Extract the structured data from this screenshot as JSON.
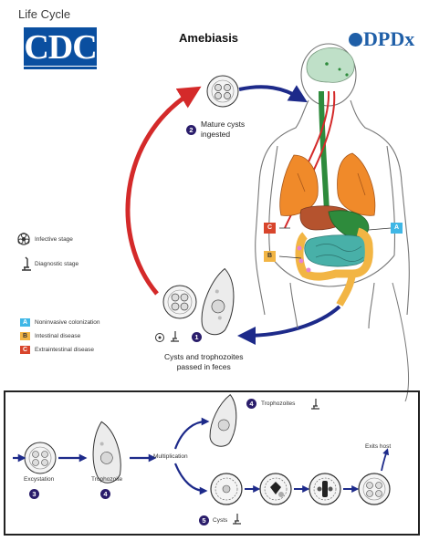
{
  "header": {
    "life_cycle": "Life Cycle",
    "cdc_logo": "CDC",
    "title": "Amebiasis",
    "dpdx": "DPDx"
  },
  "legend": {
    "infective": "Infective stage",
    "diagnostic": "Diagnostic stage"
  },
  "key": [
    {
      "letter": "A",
      "label": "Noninvasive colonization",
      "color": "#3fb7e6"
    },
    {
      "letter": "B",
      "label": "Intestinal disease",
      "color": "#f2b544"
    },
    {
      "letter": "C",
      "label": "Extraintestinal disease",
      "color": "#d8452c"
    }
  ],
  "steps": {
    "s1_num": "1",
    "s1_text_line1": "Cysts and trophozoites",
    "s1_text_line2": "passed in feces",
    "s2_num": "2",
    "s2_text_line1": "Mature cysts",
    "s2_text_line2": "ingested",
    "s3_num": "3",
    "s3_text": "Excystation",
    "s4_num": "4",
    "s4_text": "Trophozoite",
    "s4b_num": "4",
    "s4b_text": "Trophozoites",
    "s5_num": "5",
    "s5_text": "Cysts",
    "multiplication": "Multiplication",
    "exits_host": "Exits host"
  },
  "body_letters": {
    "a": "A",
    "b": "B",
    "c": "C"
  },
  "colors": {
    "cycle_arrow": "#d42a2a",
    "flow_arrow": "#1d2a8a",
    "liver": "#b5532e",
    "lungs": "#f08a2a",
    "intestine": "#f2b544",
    "colon": "#48b0a8",
    "esophagus": "#2e8b3c",
    "brain": "#bfe0c8"
  }
}
